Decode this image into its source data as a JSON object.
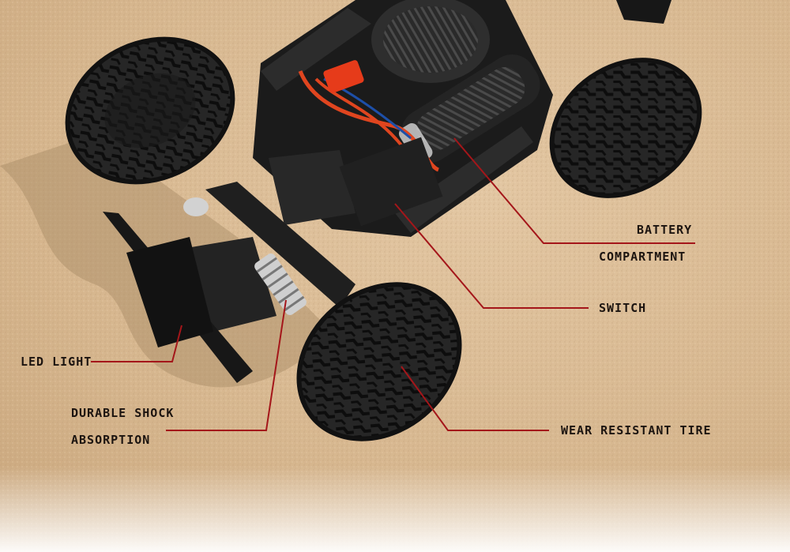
{
  "colors": {
    "sand": "#d7b891",
    "leader_line": "#a4161a",
    "label_text": "#1c1410",
    "car_body": "#1e1e1e",
    "wire_orange": "#e0451f",
    "connector_red": "#e63b1a"
  },
  "callouts": {
    "battery_line1": "BATTERY",
    "battery_line2": "COMPARTMENT",
    "switch": "SWITCH",
    "led_light": "LED LIGHT",
    "shock_line1": "DURABLE SHOCK",
    "shock_line2": "ABSORPTION",
    "tire": "WEAR RESISTANT TIRE"
  }
}
